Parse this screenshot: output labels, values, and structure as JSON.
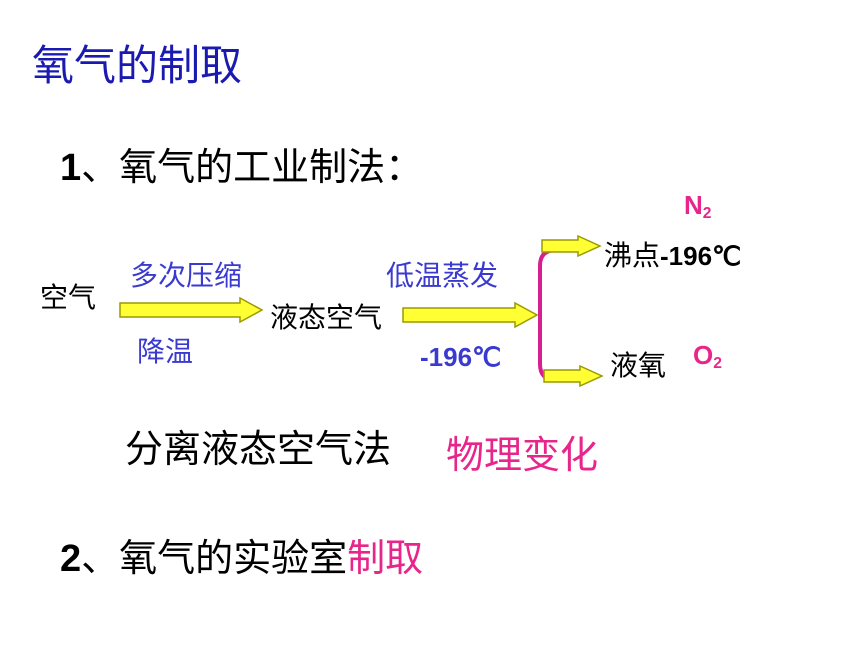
{
  "slide": {
    "title": "氧气的制取",
    "section1": {
      "number": "1",
      "text": "、氧气的工业制法："
    },
    "diagram": {
      "start": "空气",
      "step1_top": "多次压缩",
      "step1_bottom": "降温",
      "middle": "液态空气",
      "step2_top": "低温蒸发",
      "step2_bottom": "-196℃",
      "out1_label": "沸点",
      "out1_value": "-196℃",
      "out1_formula": "N",
      "out1_sub": "2",
      "out2_label": "液氧",
      "out2_formula": "O",
      "out2_sub": "2"
    },
    "method": {
      "text": "分离液态空气法",
      "tag": "物理变化"
    },
    "section2": {
      "number": "2",
      "text": "、氧气的实验室",
      "highlight": "制取"
    }
  },
  "colors": {
    "title": "#1a1ab0",
    "label_blue": "#3a3ad0",
    "accent_pink": "#e8258a",
    "arrow_fill": "#ffff33",
    "arrow_stroke": "#9a9a00",
    "bracket": "#d71f8f"
  }
}
